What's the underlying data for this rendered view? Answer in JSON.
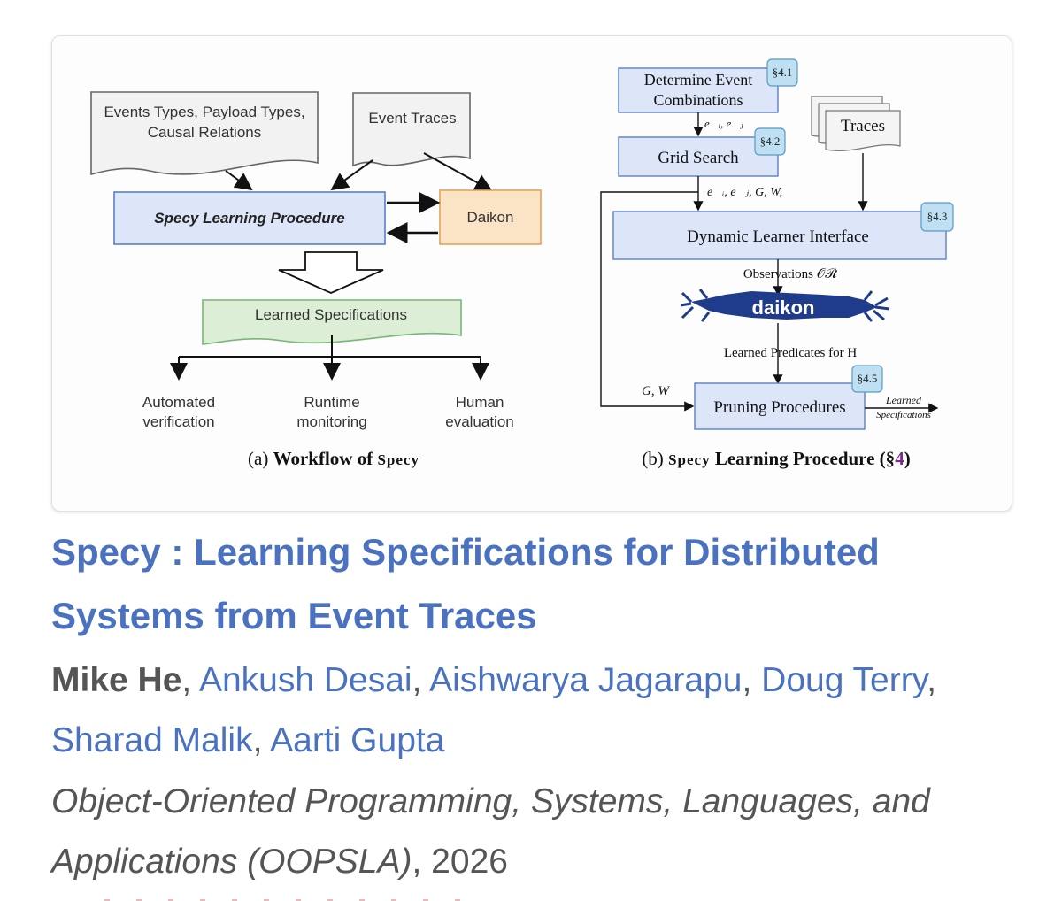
{
  "figure": {
    "left": {
      "input1_line1": "Events Types, Payload Types,",
      "input1_line2": "Causal Relations",
      "input2": "Event Traces",
      "procedure": "Specy Learning Procedure",
      "daikon": "Daikon",
      "learned": "Learned Specifications",
      "out1_line1": "Automated",
      "out1_line2": "verification",
      "out2_line1": "Runtime",
      "out2_line2": "monitoring",
      "out3_line1": "Human",
      "out3_line2": "evaluation",
      "caption_prefix": "(a)",
      "caption_bold": "Workflow of",
      "caption_sc": "Specy"
    },
    "right": {
      "determine_line1": "Determine Event",
      "determine_line2": "Combinations",
      "tag_41": "§4.1",
      "ei_ej": "e⃗ᵢ, e⃗ⱼ",
      "grid_search": "Grid Search",
      "tag_42": "§4.2",
      "traces": "Traces",
      "params": "e⃗ᵢ, e⃗ⱼ, G, W, ℛ",
      "dynamic": "Dynamic Learner Interface",
      "tag_43": "§4.3",
      "observations": "Observations 𝒪ℛ",
      "daikon_logo": "daikon",
      "learned_predicates": "Learned Predicates for H",
      "gw": "G, W",
      "pruning": "Pruning Procedures",
      "tag_45": "§4.5",
      "out_line1": "Learned",
      "out_line2": "Specifications",
      "caption_prefix": "(b)",
      "caption_sc": "Specy",
      "caption_bold": "Learning Procedure (§",
      "caption_num": "4",
      "caption_close": ")"
    }
  },
  "paper": {
    "title": "Specy : Learning Specifications for Distributed Systems from Event Traces",
    "authors": [
      {
        "name": "Mike He",
        "self": true
      },
      {
        "name": "Ankush Desai",
        "self": false
      },
      {
        "name": "Aishwarya Jagarapu",
        "self": false
      },
      {
        "name": "Doug Terry",
        "self": false
      },
      {
        "name": "Sharad Malik",
        "self": false
      },
      {
        "name": "Aarti Gupta",
        "self": false
      }
    ],
    "venue": "Object-Oriented Programming, Systems, Languages, and Applications (OOPSLA)",
    "year": ", 2026"
  },
  "colors": {
    "link": "#4a72c0",
    "text": "#555555",
    "box_blue": "#dce6f8",
    "box_orange": "#fbe3c6",
    "box_green": "#dcefd6",
    "tag_blue": "#bfe0f2",
    "caption_purple": "#7a2a8c"
  }
}
